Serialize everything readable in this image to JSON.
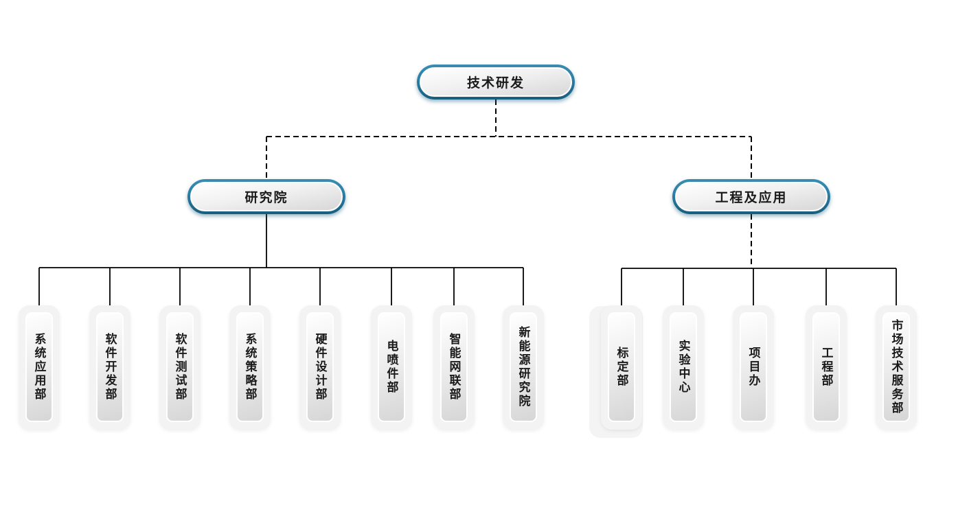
{
  "chart": {
    "type": "org-chart",
    "root": {
      "label": "技术研发"
    },
    "branches": [
      {
        "label": "研究院",
        "children": [
          {
            "label": "系统应用部"
          },
          {
            "label": "软件开发部"
          },
          {
            "label": "软件测试部"
          },
          {
            "label": "系统策略部"
          },
          {
            "label": "硬件设计部"
          },
          {
            "label": "电喷件部"
          },
          {
            "label": "智能网联部"
          },
          {
            "label": "新能源研究院"
          }
        ]
      },
      {
        "label": "工程及应用",
        "children": [
          {
            "label": "标定部"
          },
          {
            "label": "实验中心"
          },
          {
            "label": "项目办"
          },
          {
            "label": "工程部"
          },
          {
            "label": "市场技术服务部"
          }
        ]
      }
    ],
    "style": {
      "node_border_color": "#2b7da4",
      "node_border_dark": "#175d7d",
      "node_fill_top": "#ffffff",
      "node_fill_bottom": "#d6d6d6",
      "line_color": "#000000",
      "root_to_branch_line": "dashed",
      "branch1_to_children_line": "solid",
      "branch2_drop_line": "dashed"
    }
  }
}
